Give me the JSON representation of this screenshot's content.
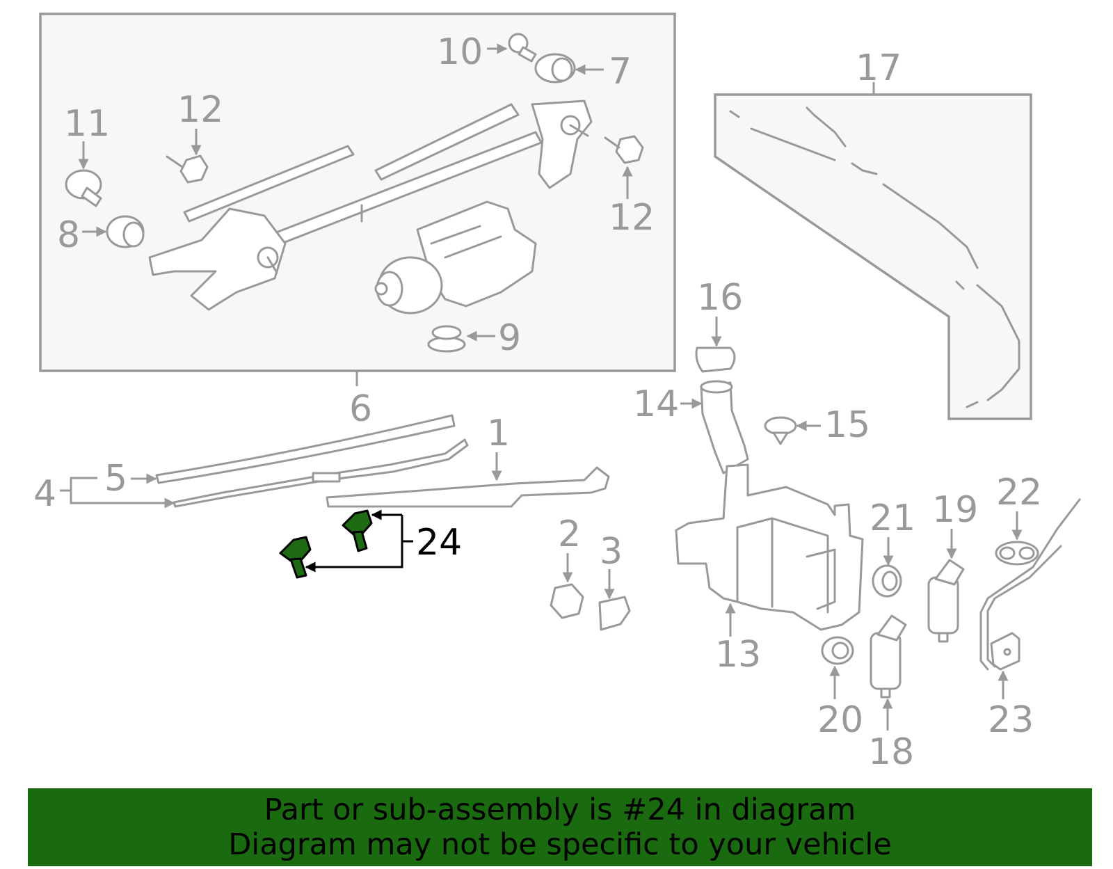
{
  "callouts": {
    "c1": "1",
    "c2": "2",
    "c3": "3",
    "c4": "4",
    "c5": "5",
    "c6": "6",
    "c7": "7",
    "c8": "8",
    "c9": "9",
    "c10": "10",
    "c11": "11",
    "c12a": "12",
    "c12b": "12",
    "c13": "13",
    "c14": "14",
    "c15": "15",
    "c16": "16",
    "c17": "17",
    "c18": "18",
    "c19": "19",
    "c20": "20",
    "c21": "21",
    "c22": "22",
    "c23": "23",
    "c24": "24"
  },
  "highlighted_part": "24",
  "colors": {
    "highlight": "#1e6b14",
    "banner": "#1a6b10",
    "line": "#999999"
  },
  "banner": {
    "line1": "Part or sub-assembly is #24 in diagram",
    "line2": "Diagram may not be specific to your vehicle"
  }
}
